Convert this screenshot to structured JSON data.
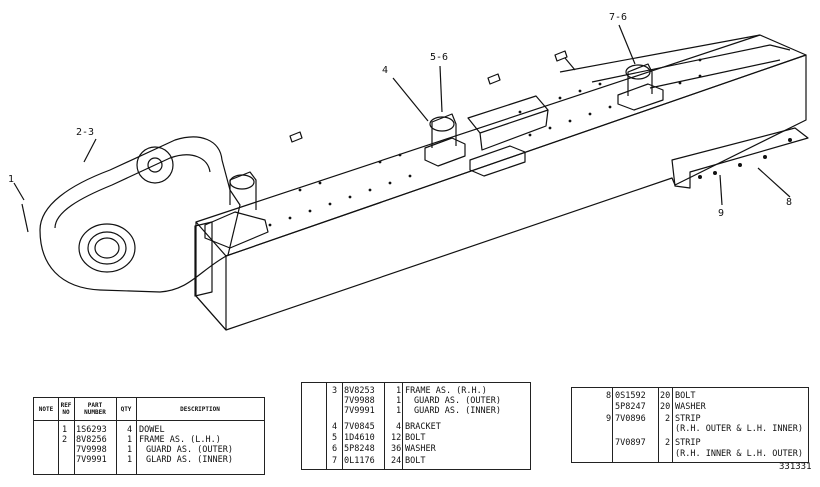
{
  "callouts": {
    "c1": "1",
    "c2": "2-3",
    "c3": "4",
    "c4": "5-6",
    "c5": "7-6",
    "c6": "8",
    "c7": "9"
  },
  "table1": {
    "headers": {
      "note": "NOTE",
      "ref": "REF NO",
      "part": "PART NUMBER",
      "qty": "QTY",
      "desc": "DESCRIPTION"
    },
    "rows": [
      {
        "ref": "1",
        "part": "1S6293",
        "qty": "4",
        "desc": "DOWEL"
      },
      {
        "ref": "2",
        "part": "8V8256",
        "qty": "1",
        "desc": "FRAME AS. (L.H.)"
      },
      {
        "ref": "",
        "part": "7V9998",
        "qty": "1",
        "desc": "GUARD AS. (OUTER)"
      },
      {
        "ref": "",
        "part": "7V9991",
        "qty": "1",
        "desc": "GLARD AS. (INNER)"
      }
    ]
  },
  "table2": {
    "rows": [
      {
        "ref": "3",
        "part": "8V8253",
        "qty": "1",
        "desc": "FRAME AS. (R.H.)"
      },
      {
        "ref": "",
        "part": "7V9988",
        "qty": "1",
        "desc": "GUARD AS. (OUTER)"
      },
      {
        "ref": "",
        "part": "7V9991",
        "qty": "1",
        "desc": "GUARD AS. (INNER)"
      },
      {
        "ref": "4",
        "part": "7V0845",
        "qty": "4",
        "desc": "BRACKET"
      },
      {
        "ref": "5",
        "part": "1D4610",
        "qty": "12",
        "desc": "BOLT"
      },
      {
        "ref": "6",
        "part": "5P8248",
        "qty": "36",
        "desc": "WASHER"
      },
      {
        "ref": "7",
        "part": "0L1176",
        "qty": "24",
        "desc": "BOLT"
      }
    ]
  },
  "table3": {
    "rows": [
      {
        "ref": "8",
        "part": "0S1592",
        "qty": "20",
        "desc": "BOLT"
      },
      {
        "ref": "",
        "part": "5P8247",
        "qty": "20",
        "desc": "WASHER"
      },
      {
        "ref": "9",
        "part": "7V0896",
        "qty": "2",
        "desc": "STRIP"
      },
      {
        "ref": "",
        "part": "",
        "qty": "",
        "desc": "(R.H. OUTER & L.H. INNER)"
      },
      {
        "ref": "",
        "part": "7V0897",
        "qty": "2",
        "desc": "STRIP"
      },
      {
        "ref": "",
        "part": "",
        "qty": "",
        "desc": "(R.H. INNER & L.H. OUTER)"
      }
    ]
  },
  "drawing_number": "331331"
}
